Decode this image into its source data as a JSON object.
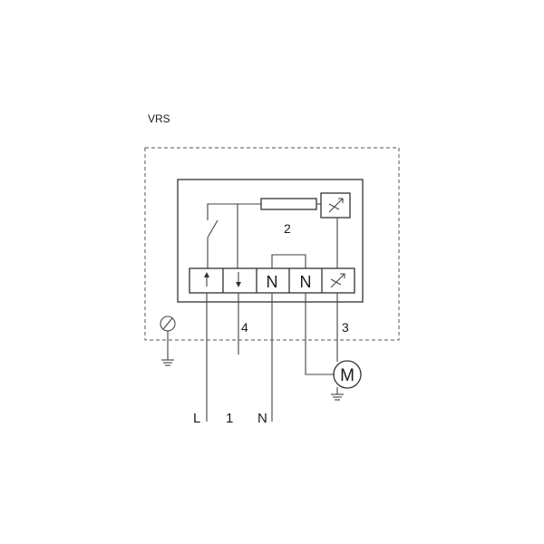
{
  "diagram": {
    "title": "VRS",
    "labels": {
      "switch_num": "4",
      "resistor_num": "2",
      "pot_num": "3",
      "line": "L",
      "line_num": "1",
      "neutral": "N"
    },
    "terminals": [
      {
        "id": "up",
        "glyph": "arrow-up"
      },
      {
        "id": "down",
        "glyph": "arrow-down"
      },
      {
        "id": "n1",
        "text": "N"
      },
      {
        "id": "n2",
        "text": "N"
      },
      {
        "id": "adj",
        "glyph": "variable"
      }
    ],
    "motor": {
      "text": "M"
    },
    "colors": {
      "line": "#333333",
      "dashed": "#555555",
      "text": "#1a1a1a"
    }
  }
}
